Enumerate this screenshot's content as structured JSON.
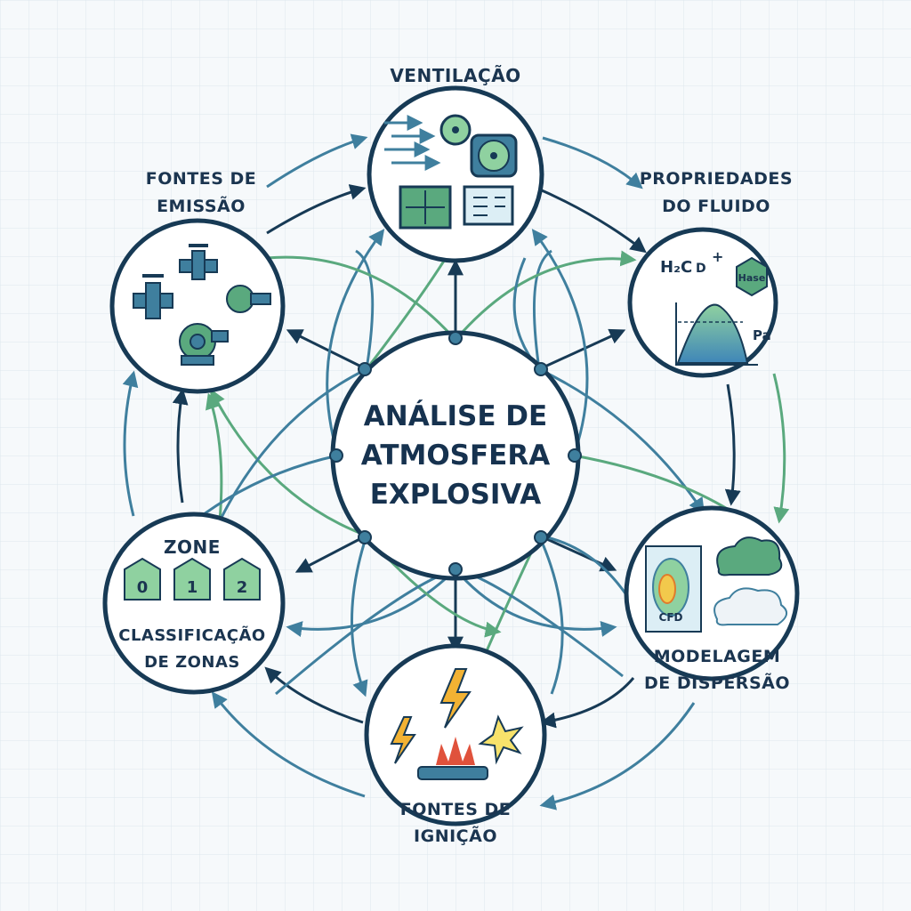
{
  "center": {
    "title_lines": [
      "ANÁLISE DE",
      "ATMOSFERA",
      "EXPLOSIVA"
    ]
  },
  "nodes": {
    "ventilacao": {
      "label_lines": [
        "VENTILAÇÃO"
      ]
    },
    "propriedades": {
      "label_lines": [
        "PROPRIEDADES",
        "DO FLUIDO"
      ],
      "formula": "H₂C",
      "formula_tail": "D",
      "formula_charge": "+",
      "hex_text": "Hase",
      "pressure_text": "Pa"
    },
    "dispersao": {
      "label_lines": [
        "MODELAGEM",
        "DE DISPERSÃO"
      ],
      "cfd_text": "CFD"
    },
    "ignicao": {
      "label_lines": [
        "FONTES DE",
        "IGNIÇÃO"
      ]
    },
    "zonas": {
      "label_lines": [
        "CLASSIFICAÇÃO",
        "DE ZONAS"
      ],
      "zone_title": "ZONE",
      "zone_numbers": [
        "0",
        "1",
        "2"
      ]
    },
    "emissao": {
      "label_lines": [
        "FONTES DE",
        "EMISSÃO"
      ]
    }
  },
  "colors": {
    "navy": "#173a55",
    "teal": "#3f7f9e",
    "green": "#5aa97e",
    "light_green": "#8fd1a0",
    "circle_fill": "#ffffff",
    "bg": "#f6f9fb"
  }
}
